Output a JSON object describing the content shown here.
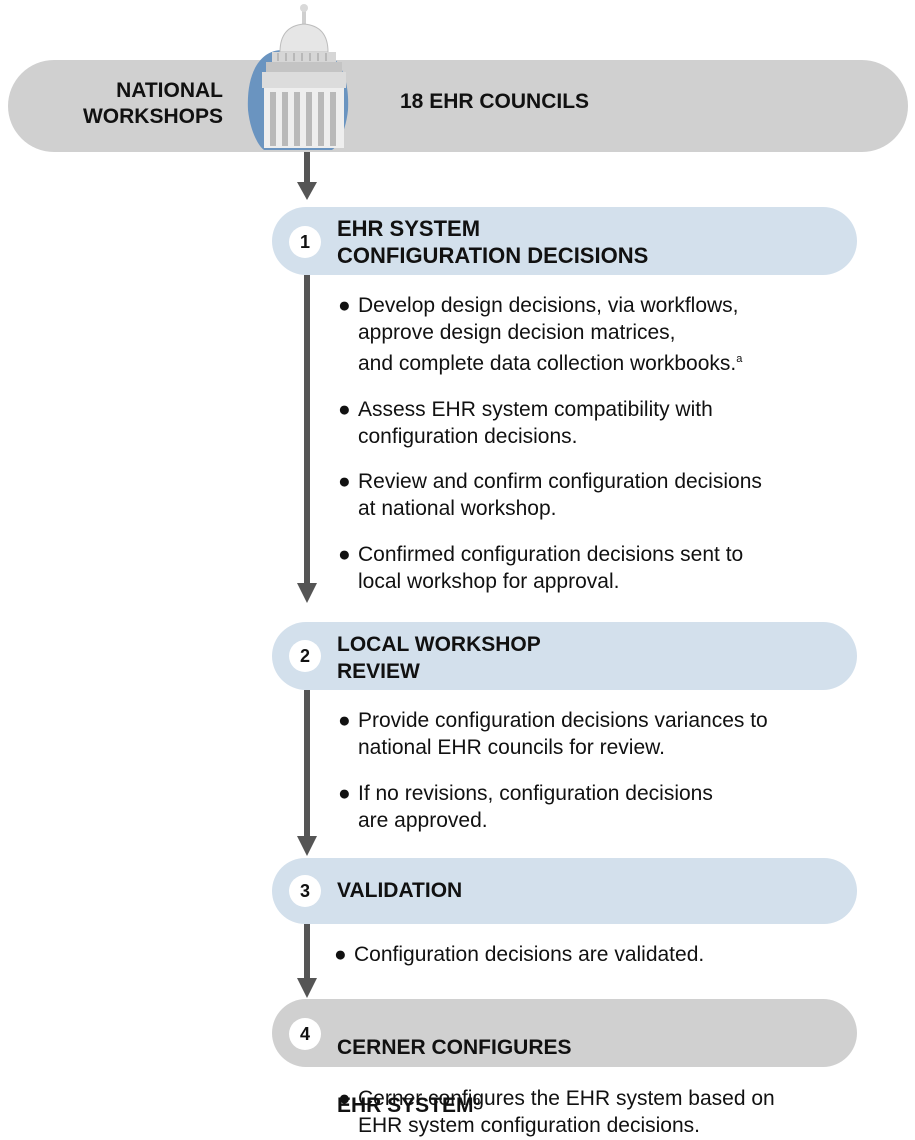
{
  "banner": {
    "left_label": "NATIONAL\nWORKSHOPS",
    "right_label": "18 EHR COUNCILS"
  },
  "steps": [
    {
      "number": "1",
      "title": "EHR SYSTEM\nCONFIGURATION DECISIONS",
      "bullets": [
        "Develop design decisions, via workflows,\napprove design decision matrices,\nand complete data collection workbooks.",
        "Assess EHR system compatibility with\nconfiguration decisions.",
        "Review and confirm configuration decisions\nat national workshop.",
        "Confirmed configuration decisions sent to\nlocal workshop for approval."
      ],
      "footnote_mark": "a"
    },
    {
      "number": "2",
      "title": "LOCAL WORKSHOP\nREVIEW",
      "bullets": [
        "Provide configuration decisions variances to\nnational EHR councils for review.",
        "If no revisions, configuration decisions\nare approved."
      ]
    },
    {
      "number": "3",
      "title": "VALIDATION",
      "bullets": [
        "Configuration decisions are validated."
      ]
    },
    {
      "number": "4",
      "title_line1": "CERNER CONFIGURES",
      "title_line2": "EHR SYSTEM",
      "footnote_mark": "b",
      "bullets": [
        "Cerner configures the EHR system based on\nEHR system configuration decisions."
      ]
    }
  ],
  "bullet_symbol": "●",
  "colors": {
    "banner_gray": "#d0d0d0",
    "step_blue": "#d3e0ec",
    "arrow_gray": "#555555",
    "capitol_blue": "#6a94c0"
  },
  "icons": [
    "capitol-building-icon",
    "down-arrow-icon"
  ]
}
